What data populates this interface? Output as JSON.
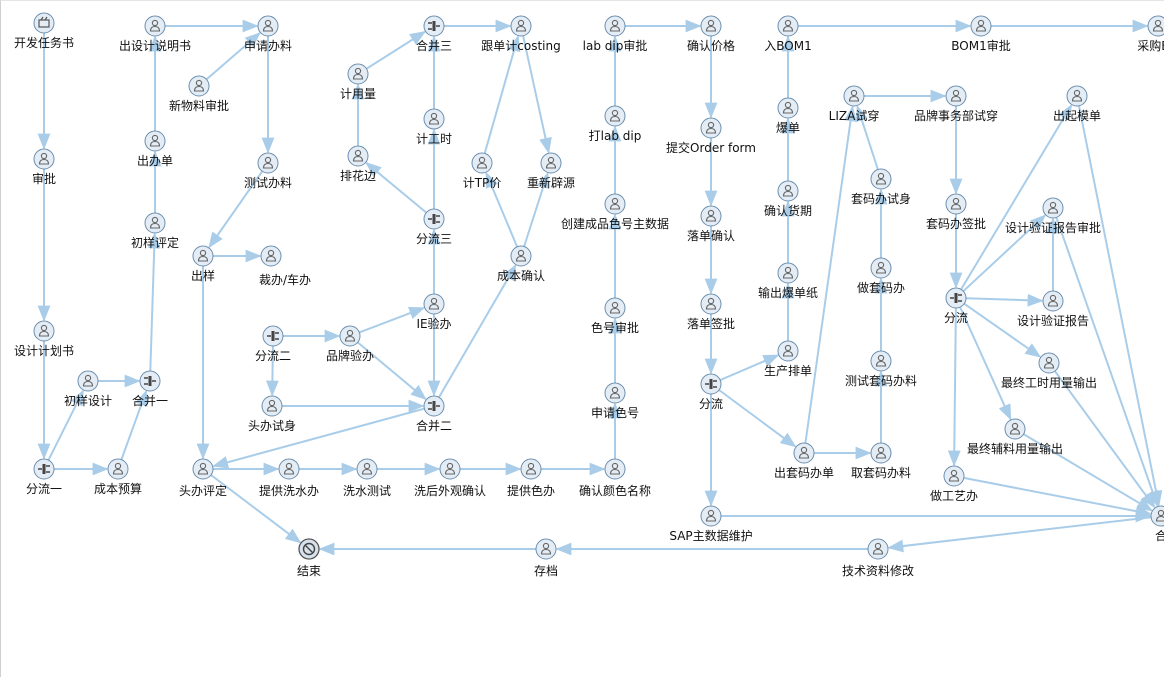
{
  "colors": {
    "edge": "#a9cde9",
    "node_fill": "#e4edf5",
    "node_stroke": "#6d8fae",
    "person": "#666666",
    "text": "#111111"
  },
  "nodes": [
    {
      "id": "kf",
      "label": "开发任务书",
      "icon": "document-icon"
    },
    {
      "id": "sp",
      "label": "审批",
      "icon": "person-icon"
    },
    {
      "id": "sjjh",
      "label": "设计计划书",
      "icon": "person-icon"
    },
    {
      "id": "fl1",
      "label": "分流一",
      "icon": "split-icon"
    },
    {
      "id": "cbys",
      "label": "成本预算",
      "icon": "person-icon"
    },
    {
      "id": "csj",
      "label": "初样设计",
      "icon": "person-icon"
    },
    {
      "id": "hb1",
      "label": "合并一",
      "icon": "merge-icon"
    },
    {
      "id": "cypd",
      "label": "初样评定",
      "icon": "person-icon"
    },
    {
      "id": "cbd",
      "label": "出办单",
      "icon": "person-icon"
    },
    {
      "id": "xwl",
      "label": "新物料审批",
      "icon": "person-icon"
    },
    {
      "id": "csm",
      "label": "出设计说明书",
      "icon": "person-icon"
    },
    {
      "id": "sqbl",
      "label": "申请办料",
      "icon": "person-icon"
    },
    {
      "id": "csbl",
      "label": "测试办料",
      "icon": "person-icon"
    },
    {
      "id": "cy",
      "label": "出样",
      "icon": "person-icon"
    },
    {
      "id": "cbcb",
      "label": "裁办/车办",
      "icon": "person-icon"
    },
    {
      "id": "fl2",
      "label": "分流二",
      "icon": "split-icon"
    },
    {
      "id": "ppyb",
      "label": "品牌验办",
      "icon": "person-icon"
    },
    {
      "id": "tbsh",
      "label": "头办试身",
      "icon": "person-icon"
    },
    {
      "id": "tbpd",
      "label": "头办评定",
      "icon": "person-icon"
    },
    {
      "id": "tgxs",
      "label": "提供洗水办",
      "icon": "person-icon"
    },
    {
      "id": "xscs",
      "label": "洗水测试",
      "icon": "person-icon"
    },
    {
      "id": "xhwg",
      "label": "洗后外观确认",
      "icon": "person-icon"
    },
    {
      "id": "tgsb",
      "label": "提供色办",
      "icon": "person-icon"
    },
    {
      "id": "qrys",
      "label": "确认颜色名称",
      "icon": "person-icon"
    },
    {
      "id": "pbb",
      "label": "排花边",
      "icon": "person-icon"
    },
    {
      "id": "jyl",
      "label": "计用量",
      "icon": "person-icon"
    },
    {
      "id": "hb3",
      "label": "合并三",
      "icon": "merge-icon"
    },
    {
      "id": "jgs",
      "label": "计工时",
      "icon": "person-icon"
    },
    {
      "id": "fl3",
      "label": "分流三",
      "icon": "split-icon"
    },
    {
      "id": "ieyb",
      "label": "IE验办",
      "icon": "person-icon"
    },
    {
      "id": "hb2",
      "label": "合并二",
      "icon": "merge-icon"
    },
    {
      "id": "gdj",
      "label": "跟单计costing",
      "icon": "person-icon"
    },
    {
      "id": "jtp",
      "label": "计TP价",
      "icon": "person-icon"
    },
    {
      "id": "cxpy",
      "label": "重新辟源",
      "icon": "person-icon"
    },
    {
      "id": "cbqr",
      "label": "成本确认",
      "icon": "person-icon"
    },
    {
      "id": "ldsp",
      "label": "lab dip审批",
      "icon": "person-icon"
    },
    {
      "id": "dld",
      "label": "打lab dip",
      "icon": "person-icon"
    },
    {
      "id": "cjcp",
      "label": "创建成品色号主数据",
      "icon": "person-icon"
    },
    {
      "id": "shsp",
      "label": "色号审批",
      "icon": "person-icon"
    },
    {
      "id": "sqsh",
      "label": "申请色号",
      "icon": "person-icon"
    },
    {
      "id": "qrjg",
      "label": "确认价格",
      "icon": "person-icon"
    },
    {
      "id": "tjof",
      "label": "提交Order form",
      "icon": "person-icon"
    },
    {
      "id": "ldqr",
      "label": "落单确认",
      "icon": "person-icon"
    },
    {
      "id": "ldqp",
      "label": "落单签批",
      "icon": "person-icon"
    },
    {
      "id": "fl",
      "label": "分流",
      "icon": "split-icon"
    },
    {
      "id": "sap",
      "label": "SAP主数据维护",
      "icon": "person-icon"
    },
    {
      "id": "rbom",
      "label": "入BOM1",
      "icon": "person-icon"
    },
    {
      "id": "bd",
      "label": "爆单",
      "icon": "person-icon"
    },
    {
      "id": "qrhq",
      "label": "确认货期",
      "icon": "person-icon"
    },
    {
      "id": "scbdz",
      "label": "输出爆单纸",
      "icon": "person-icon"
    },
    {
      "id": "scpd",
      "label": "生产排单",
      "icon": "person-icon"
    },
    {
      "id": "ctmbd",
      "label": "出套码办单",
      "icon": "person-icon"
    },
    {
      "id": "qtmbl",
      "label": "取套码办料",
      "icon": "person-icon"
    },
    {
      "id": "cstmbl",
      "label": "测试套码办料",
      "icon": "person-icon"
    },
    {
      "id": "ztmb",
      "label": "做套码办",
      "icon": "person-icon"
    },
    {
      "id": "tmbss",
      "label": "套码办试身",
      "icon": "person-icon"
    },
    {
      "id": "liza",
      "label": "LIZA试穿",
      "icon": "person-icon"
    },
    {
      "id": "ppsw",
      "label": "品牌事务部试穿",
      "icon": "person-icon"
    },
    {
      "id": "tmbqp",
      "label": "套码办签批",
      "icon": "person-icon"
    },
    {
      "id": "flr",
      "label": "分流",
      "icon": "split-icon"
    },
    {
      "id": "bom1",
      "label": "BOM1审批",
      "icon": "person-icon"
    },
    {
      "id": "cgbo",
      "label": "采购BO",
      "icon": "person-icon"
    },
    {
      "id": "cqmd",
      "label": "出起模单",
      "icon": "person-icon"
    },
    {
      "id": "sjyzsp",
      "label": "设计验证报告审批",
      "icon": "person-icon"
    },
    {
      "id": "sjyz",
      "label": "设计验证报告",
      "icon": "person-icon"
    },
    {
      "id": "zzgs",
      "label": "最终工时用量输出",
      "icon": "person-icon"
    },
    {
      "id": "zzfl",
      "label": "最终辅料用量输出",
      "icon": "person-icon"
    },
    {
      "id": "zgy",
      "label": "做工艺办",
      "icon": "person-icon"
    },
    {
      "id": "he",
      "label": "合",
      "icon": "person-icon"
    },
    {
      "id": "jszl",
      "label": "技术资料修改",
      "icon": "person-icon"
    },
    {
      "id": "cd",
      "label": "存档",
      "icon": "person-icon"
    },
    {
      "id": "js",
      "label": "结束",
      "icon": "end-icon"
    }
  ],
  "edges": [
    [
      "kf",
      "sp"
    ],
    [
      "sp",
      "sjjh"
    ],
    [
      "sjjh",
      "fl1"
    ],
    [
      "fl1",
      "csj"
    ],
    [
      "fl1",
      "cbys"
    ],
    [
      "csj",
      "hb1"
    ],
    [
      "cbys",
      "hb1"
    ],
    [
      "hb1",
      "cypd"
    ],
    [
      "cypd",
      "cbd"
    ],
    [
      "cbd",
      "csm"
    ],
    [
      "csm",
      "sqbl"
    ],
    [
      "xwl",
      "sqbl"
    ],
    [
      "sqbl",
      "csbl"
    ],
    [
      "csbl",
      "cy"
    ],
    [
      "cy",
      "cbcb"
    ],
    [
      "cy",
      "tbpd"
    ],
    [
      "fl2",
      "ppyb"
    ],
    [
      "fl2",
      "tbsh"
    ],
    [
      "ppyb",
      "ieyb"
    ],
    [
      "ppyb",
      "hb2"
    ],
    [
      "tbsh",
      "hb2"
    ],
    [
      "hb2",
      "tbpd"
    ],
    [
      "ieyb",
      "fl3"
    ],
    [
      "fl3",
      "pbb"
    ],
    [
      "pbb",
      "jyl"
    ],
    [
      "jyl",
      "hb3"
    ],
    [
      "fl3",
      "jgs"
    ],
    [
      "jgs",
      "hb3"
    ],
    [
      "hb3",
      "gdj"
    ],
    [
      "ieyb",
      "hb2"
    ],
    [
      "hb2",
      "cbqr"
    ],
    [
      "cbqr",
      "jtp"
    ],
    [
      "jtp",
      "gdj"
    ],
    [
      "cbqr",
      "cxpy"
    ],
    [
      "gdj",
      "cxpy"
    ],
    [
      "tbpd",
      "tgxs"
    ],
    [
      "tgxs",
      "xscs"
    ],
    [
      "xscs",
      "xhwg"
    ],
    [
      "xhwg",
      "tgsb"
    ],
    [
      "tgsb",
      "qrys"
    ],
    [
      "qrys",
      "sqsh"
    ],
    [
      "sqsh",
      "shsp"
    ],
    [
      "shsp",
      "cjcp"
    ],
    [
      "cjcp",
      "dld"
    ],
    [
      "dld",
      "ldsp"
    ],
    [
      "ldsp",
      "qrjg"
    ],
    [
      "qrjg",
      "tjof"
    ],
    [
      "tjof",
      "ldqr"
    ],
    [
      "ldqr",
      "ldqp"
    ],
    [
      "ldqp",
      "fl"
    ],
    [
      "fl",
      "scpd"
    ],
    [
      "fl",
      "ctmbd"
    ],
    [
      "fl",
      "sap"
    ],
    [
      "scpd",
      "scbdz"
    ],
    [
      "scbdz",
      "qrhq"
    ],
    [
      "qrhq",
      "bd"
    ],
    [
      "bd",
      "rbom"
    ],
    [
      "rbom",
      "bom1"
    ],
    [
      "bom1",
      "cgbo"
    ],
    [
      "ctmbd",
      "qtmbl"
    ],
    [
      "qtmbl",
      "cstmbl"
    ],
    [
      "cstmbl",
      "ztmb"
    ],
    [
      "ztmb",
      "tmbss"
    ],
    [
      "tmbss",
      "liza"
    ],
    [
      "ctmbd",
      "liza"
    ],
    [
      "liza",
      "ppsw"
    ],
    [
      "ppsw",
      "tmbqp"
    ],
    [
      "tmbqp",
      "flr"
    ],
    [
      "flr",
      "cqmd"
    ],
    [
      "flr",
      "sjyz"
    ],
    [
      "flr",
      "sjyzsp"
    ],
    [
      "flr",
      "zzgs"
    ],
    [
      "flr",
      "zzfl"
    ],
    [
      "flr",
      "zgy"
    ],
    [
      "sjyz",
      "sjyzsp"
    ],
    [
      "sjyzsp",
      "he"
    ],
    [
      "zzgs",
      "he"
    ],
    [
      "zzfl",
      "he"
    ],
    [
      "zgy",
      "he"
    ],
    [
      "cqmd",
      "he"
    ],
    [
      "sap",
      "he"
    ],
    [
      "he",
      "jszl"
    ],
    [
      "jszl",
      "cd"
    ],
    [
      "cd",
      "js"
    ],
    [
      "tbpd",
      "js"
    ]
  ]
}
